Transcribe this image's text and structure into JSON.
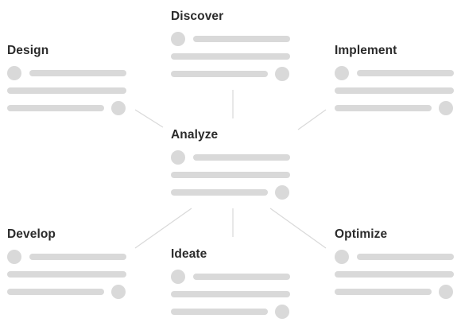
{
  "diagram": {
    "center": {
      "title": "Analyze"
    },
    "nodes": {
      "discover": {
        "title": "Discover"
      },
      "design": {
        "title": "Design"
      },
      "implement": {
        "title": "Implement"
      },
      "develop": {
        "title": "Develop"
      },
      "ideate": {
        "title": "Ideate"
      },
      "optimize": {
        "title": "Optimize"
      }
    },
    "colors": {
      "placeholder": "#d9d9d9",
      "connector": "#d9d9d9",
      "title_text": "#2b2b2b",
      "background": "#ffffff"
    }
  }
}
